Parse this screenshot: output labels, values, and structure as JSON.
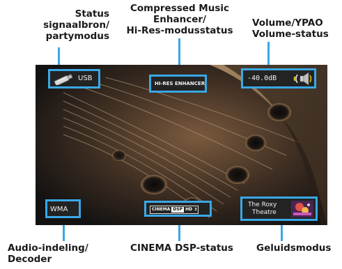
{
  "callouts": {
    "status_source_1": "Status",
    "status_source_2": "signaalbron/",
    "status_source_3": "partymodus",
    "enhancer_1": "Compressed Music",
    "enhancer_2": "Enhancer/",
    "enhancer_3": "Hi-Res-modusstatus",
    "volume_1": "Volume/YPAO",
    "volume_2": "Volume-status",
    "audio_1": "Audio-indeling/",
    "audio_2": "Decoder",
    "cinema": "CINEMA DSP-status",
    "sound_mode": "Geluidsmodus"
  },
  "screen": {
    "source": "USB",
    "enhancer": "HI-RES ENHANCER",
    "volume": "-40.0dB",
    "audio_format": "WMA",
    "dsp_logo_1": "CINEMA",
    "dsp_logo_2": "DSP",
    "dsp_logo_3": "HD",
    "dsp_logo_4": "3",
    "sound_program_1": "The Roxy",
    "sound_program_2": "Theatre"
  },
  "colors": {
    "accent": "#39a8e6",
    "screen_bg": "#1b1a19"
  }
}
